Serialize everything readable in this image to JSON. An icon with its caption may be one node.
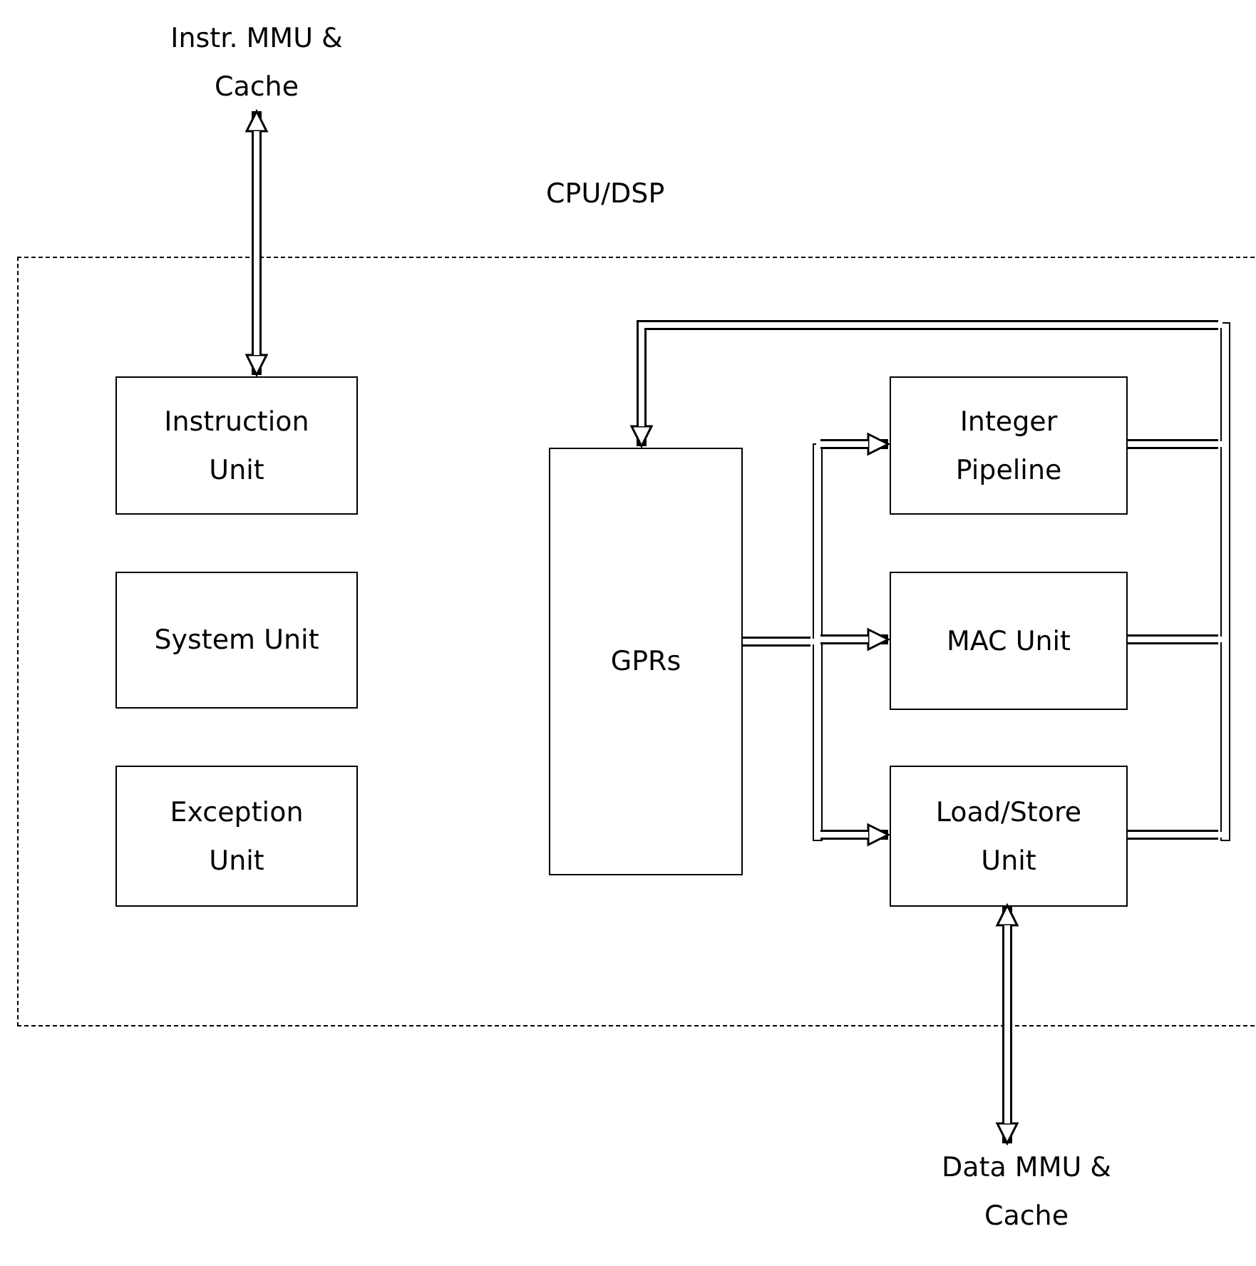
{
  "diagram": {
    "nodes": [
      {
        "text": [
          "Instr. MMU & Cache"
        ]
      },
      {
        "text": [
          "CPU/DSP"
        ]
      },
      {
        "text": [
          "Instruction Unit"
        ],
        "in": 1
      },
      {
        "text": [
          "System Unit"
        ],
        "in": 1
      },
      {
        "text": [
          "Exception Unit"
        ],
        "in": 1
      },
      {
        "text": [
          "GPRs"
        ],
        "in": 1
      },
      {
        "text": [
          "Integer Pipeline"
        ],
        "in": 1
      },
      {
        "text": [
          "MAC Unit"
        ],
        "in": 1
      },
      {
        "text": [
          "Load/Store Unit"
        ],
        "in": 1
      },
      {
        "text": [
          "Data MMU & Cache"
        ]
      },
      {
        "text": [],
        "shape": "bar",
        "in": 1
      },
      {
        "text": [],
        "shape": "bar",
        "in": 1
      }
    ],
    "edges": [
      {
        "from": 0,
        "to": 2,
        "arrow": "both"
      },
      {
        "from": 5,
        "to": 10,
        "arrow": "none"
      },
      {
        "from": 10,
        "to": 6,
        "arrow": "to"
      },
      {
        "from": 10,
        "to": 7,
        "arrow": "to"
      },
      {
        "from": 10,
        "to": 8,
        "arrow": "to"
      },
      {
        "from": 6,
        "to": 11,
        "arrow": "none"
      },
      {
        "from": 7,
        "to": 11,
        "arrow": "none"
      },
      {
        "from": 8,
        "to": 11,
        "arrow": "none"
      },
      {
        "from": 11,
        "to": 5,
        "arrow": "to"
      },
      {
        "from": 8,
        "to": 9,
        "arrow": "both"
      }
    ]
  }
}
